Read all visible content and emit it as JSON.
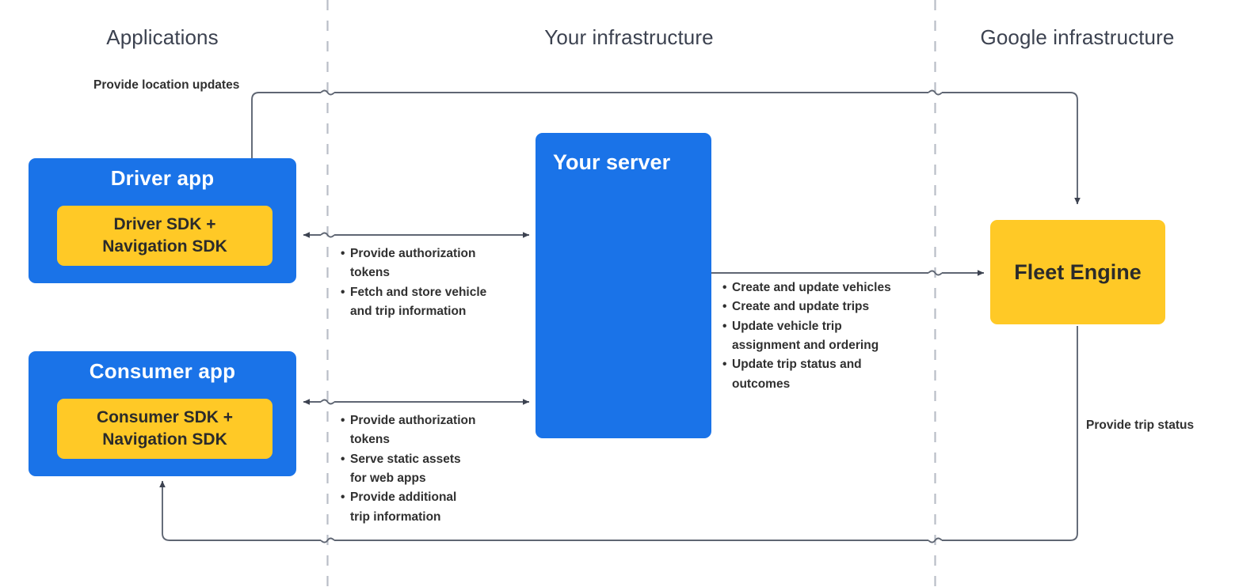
{
  "columns": [
    {
      "label": "Applications"
    },
    {
      "label": "Your infrastructure"
    },
    {
      "label": "Google infrastructure"
    }
  ],
  "nodes": {
    "driver_app": {
      "title": "Driver app",
      "sdk": "Driver SDK +\nNavigation SDK",
      "sdk_line1": "Driver SDK +",
      "sdk_line2": "Navigation SDK"
    },
    "consumer_app": {
      "title": "Consumer app",
      "sdk_line1": "Consumer SDK +",
      "sdk_line2": "Navigation SDK"
    },
    "your_server": {
      "title": "Your server"
    },
    "fleet_engine": {
      "title": "Fleet Engine"
    }
  },
  "edges": {
    "location_updates": {
      "label": "Provide location updates"
    },
    "trip_status": {
      "label": "Provide trip status"
    },
    "driver_server": {
      "items": [
        "Provide authorization",
        "tokens",
        "Fetch and store vehicle",
        "and trip information"
      ],
      "bullets": [
        {
          "line1": "Provide authorization",
          "line2": "tokens"
        },
        {
          "line1": "Fetch and store vehicle",
          "line2": "and trip information"
        }
      ]
    },
    "consumer_server": {
      "bullets": [
        {
          "line1": "Provide authorization",
          "line2": "tokens"
        },
        {
          "line1": "Serve static assets",
          "line2": "for web apps"
        },
        {
          "line1": "Provide additional",
          "line2": "trip information"
        }
      ]
    },
    "server_fleet": {
      "bullets": [
        {
          "line1": "Create and update vehicles",
          "line2": ""
        },
        {
          "line1": "Create and update trips",
          "line2": ""
        },
        {
          "line1": "Update vehicle trip",
          "line2": "assignment and ordering"
        },
        {
          "line1": "Update trip status and",
          "line2": "outcomes"
        }
      ]
    }
  },
  "colors": {
    "blue": "#1a73e8",
    "yellow": "#FFC926",
    "header_text": "#3c4250",
    "body_text": "#303030",
    "line": "#5f6673",
    "divider": "#b9bec7"
  }
}
